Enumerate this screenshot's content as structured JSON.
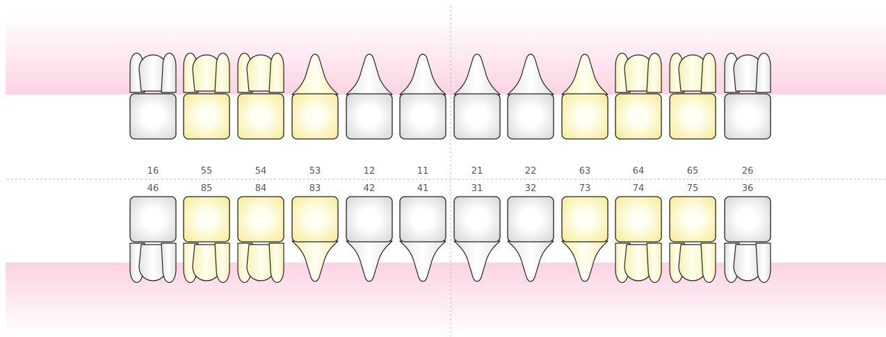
{
  "colors": {
    "gum": "#fbd3e3",
    "outline": "#222222",
    "toothFill": "#ffffff",
    "toothShade": "#e4e4e4",
    "primaryToothTint": "#fbf4bf",
    "guideLine": "#bbbbbb",
    "label": "#555555"
  },
  "upper": {
    "labels": [
      "16",
      "55",
      "54",
      "53",
      "12",
      "11",
      "21",
      "22",
      "63",
      "64",
      "65",
      "26"
    ],
    "types": [
      "molar",
      "molar",
      "molar",
      "canine",
      "incisor",
      "incisor",
      "incisor",
      "incisor",
      "canine",
      "molar",
      "molar",
      "molar"
    ],
    "primary": [
      false,
      true,
      true,
      true,
      false,
      false,
      false,
      false,
      true,
      true,
      true,
      false
    ]
  },
  "lower": {
    "labels": [
      "46",
      "85",
      "84",
      "83",
      "42",
      "41",
      "31",
      "32",
      "73",
      "74",
      "75",
      "36"
    ],
    "types": [
      "molar",
      "molar",
      "molar",
      "canine",
      "incisor",
      "incisor",
      "incisor",
      "incisor",
      "canine",
      "molar",
      "molar",
      "molar"
    ],
    "primary": [
      false,
      true,
      true,
      true,
      false,
      false,
      false,
      false,
      true,
      true,
      true,
      false
    ]
  }
}
